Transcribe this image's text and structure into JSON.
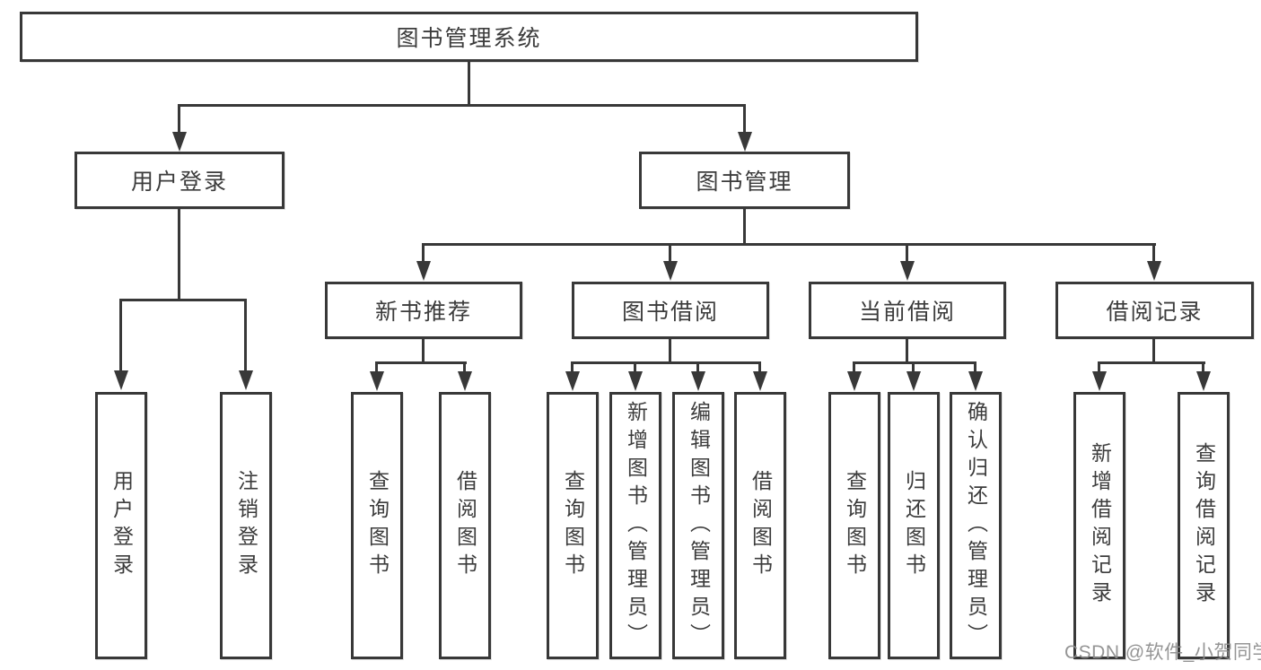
{
  "diagram": {
    "type": "tree",
    "root": {
      "label": "图书管理系统",
      "children": [
        {
          "label": "用户登录",
          "children": [
            {
              "label": "用户登录"
            },
            {
              "label": "注销登录"
            }
          ]
        },
        {
          "label": "图书管理",
          "children": [
            {
              "label": "新书推荐",
              "children": [
                {
                  "label": "查询图书"
                },
                {
                  "label": "借阅图书"
                }
              ]
            },
            {
              "label": "图书借阅",
              "children": [
                {
                  "label": "查询图书"
                },
                {
                  "label": "新增图书（管理员）"
                },
                {
                  "label": "编辑图书（管理员）"
                },
                {
                  "label": "借阅图书"
                }
              ]
            },
            {
              "label": "当前借阅",
              "children": [
                {
                  "label": "查询图书"
                },
                {
                  "label": "归还图书"
                },
                {
                  "label": "确认归还（管理员）"
                }
              ]
            },
            {
              "label": "借阅记录",
              "children": [
                {
                  "label": "新增借阅记录"
                },
                {
                  "label": "查询借阅记录"
                }
              ]
            }
          ]
        }
      ]
    },
    "watermark": "CSDN @软件_小贺同学",
    "colors": {
      "line": "#383838",
      "text": "#3c3c3c",
      "box_fill": "#ffffff",
      "watermark": "#8c8c8c",
      "background": "#ffffff"
    }
  }
}
